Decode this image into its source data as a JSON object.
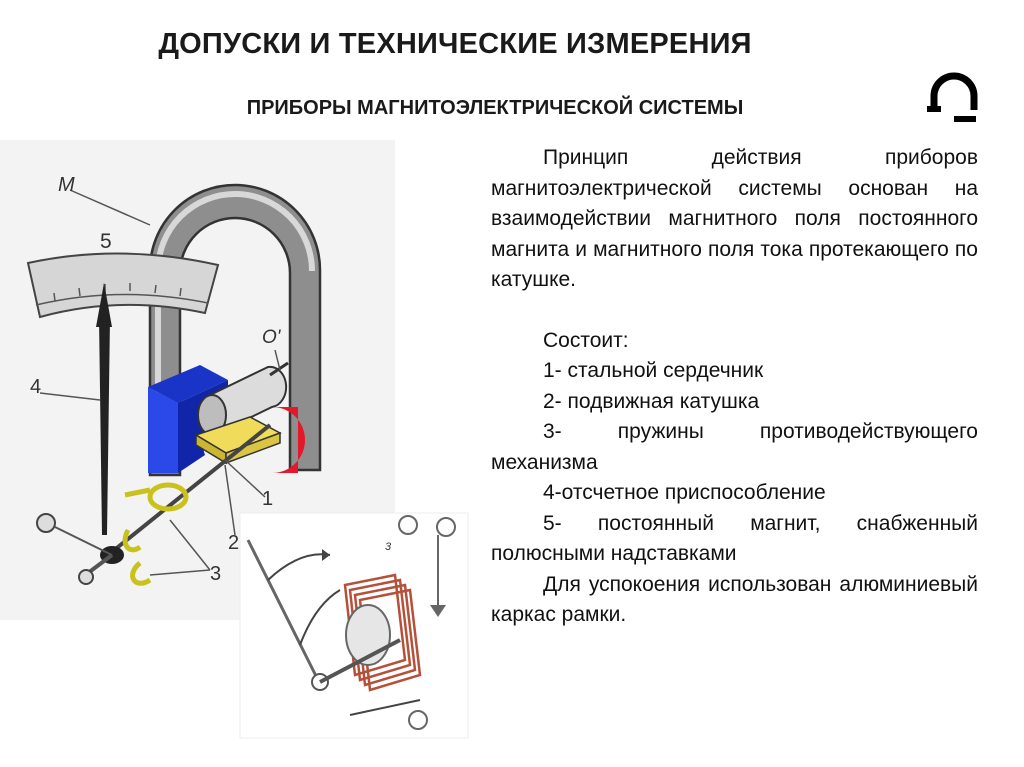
{
  "header": {
    "title": "ДОПУСКИ И ТЕХНИЧЕСКИЕ ИЗМЕРЕНИЯ",
    "subtitle": "ПРИБОРЫ МАГНИТОЭЛЕКТРИЧЕСКОЙ СИСТЕМЫ"
  },
  "logo": {
    "icon": "omega-horseshoe-icon",
    "color": "#000000"
  },
  "figure": {
    "labels": {
      "m": "М",
      "five": "5",
      "o_prime": "О'",
      "four": "4",
      "one": "1",
      "two": "2",
      "three": "3",
      "coil_three": "3"
    },
    "colors": {
      "magnet": "#9a9a9a",
      "pole_north": "#1f3fd6",
      "pole_south": "#e0182a",
      "coil": "#e6d24a",
      "spring": "#c8c21a",
      "winding": "#b5503a"
    }
  },
  "description": {
    "intro": "Принцип действия приборов магнитоэлектрической системы основан на взаимодействии магнитного поля постоянного магнита и магнитного поля тока протекающего по катушке.",
    "consists_label": "Состоит:",
    "items": [
      "1- стальной  сердечник",
      "2- подвижная катушка",
      "3- пружины противодействующего механизма",
      "4-отсчетное приспособление",
      "5- постоянный магнит, снабженный полюсными надставками",
      "Для успокоения использован алюминиевый каркас рамки."
    ]
  }
}
